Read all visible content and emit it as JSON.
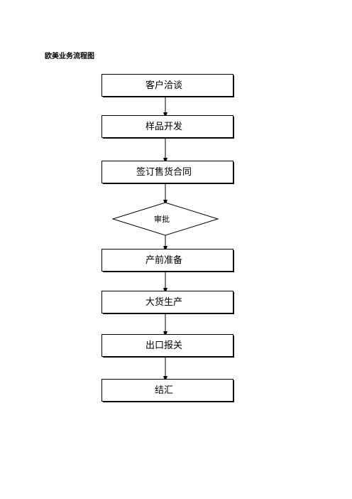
{
  "title": "欧美业务流程图",
  "steps": [
    "客户洽谈",
    "样品开发",
    "签订售货合同",
    "审批",
    "产前准备",
    "大货生产",
    "出口报关",
    "结汇"
  ]
}
